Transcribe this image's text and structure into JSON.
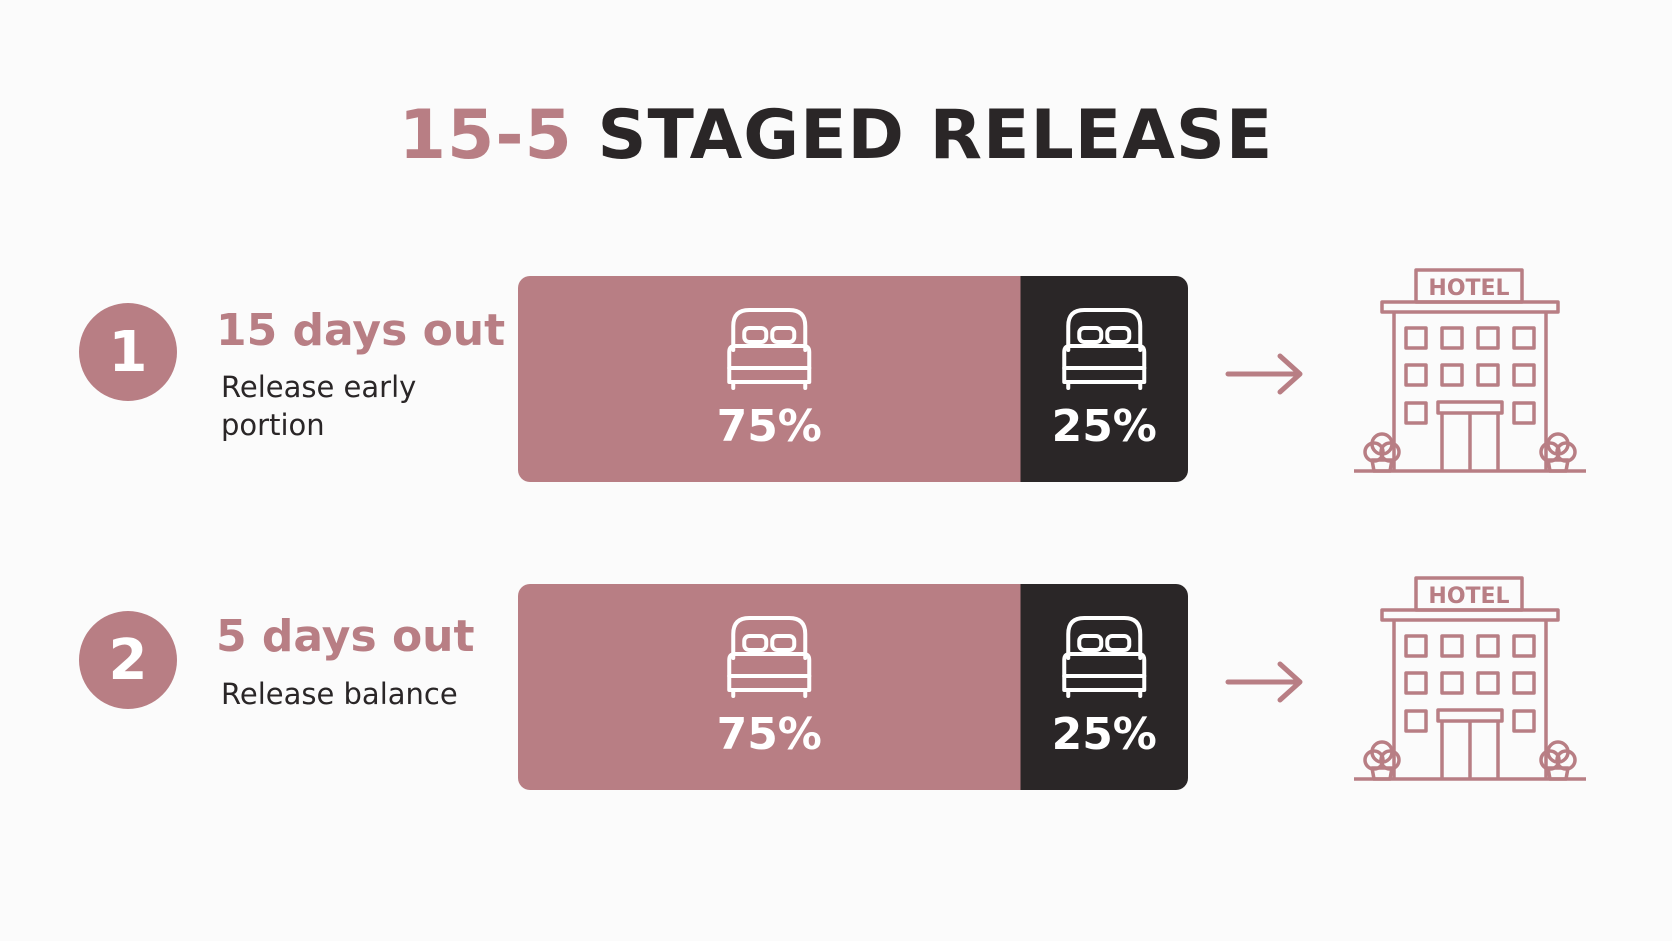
{
  "title": {
    "accent": "15-5",
    "rest": "STAGED RELEASE"
  },
  "colors": {
    "accent": "#b87e84",
    "dark": "#2a2627",
    "white": "#ffffff"
  },
  "stages": [
    {
      "number": "1",
      "label": "15 days out",
      "description": "Release early portion",
      "release_share": 75,
      "release_label": "75%",
      "held_share": 25,
      "held_label": "25%",
      "hotel_sign": "HOTEL"
    },
    {
      "number": "2",
      "label": "5 days out",
      "description": "Release balance",
      "release_share": 75,
      "release_label": "75%",
      "held_share": 25,
      "held_label": "25%",
      "hotel_sign": "HOTEL"
    }
  ],
  "icons": {
    "bed": "bed-icon",
    "arrow": "arrow-right-icon",
    "hotel": "hotel-building-icon"
  }
}
